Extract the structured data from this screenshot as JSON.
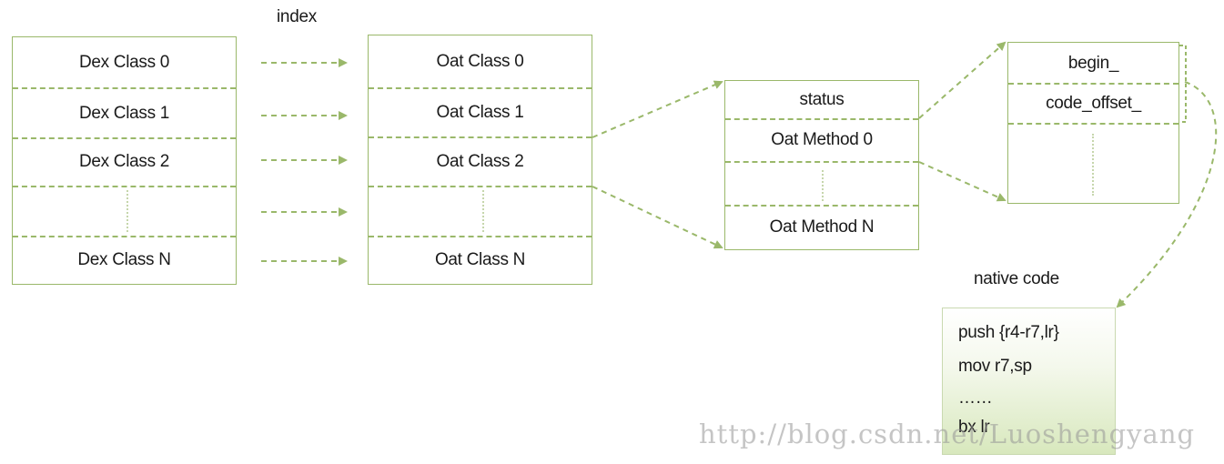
{
  "index_label": "index",
  "dex_classes": [
    "Dex Class 0",
    "Dex Class 1",
    "Dex Class 2",
    "",
    "Dex Class N"
  ],
  "oat_classes": [
    "Oat Class 0",
    "Oat Class 1",
    "Oat Class 2",
    "",
    "Oat Class N"
  ],
  "oat_class_struct": {
    "status": "status",
    "method_0": "Oat Method 0",
    "method_n": "Oat Method N"
  },
  "oat_method_struct": {
    "begin": "begin_",
    "code_offset": "code_offset_"
  },
  "native_code": {
    "title": "native code",
    "lines": [
      "push {r4-r7,lr}",
      "mov r7,sp",
      "……",
      "bx lr"
    ]
  },
  "watermark": "http://blog.csdn.net/Luoshengyang",
  "colors": {
    "accent": "#9ab86a",
    "native_fill": "#d8e8bd",
    "text": "#1a1a1a"
  }
}
